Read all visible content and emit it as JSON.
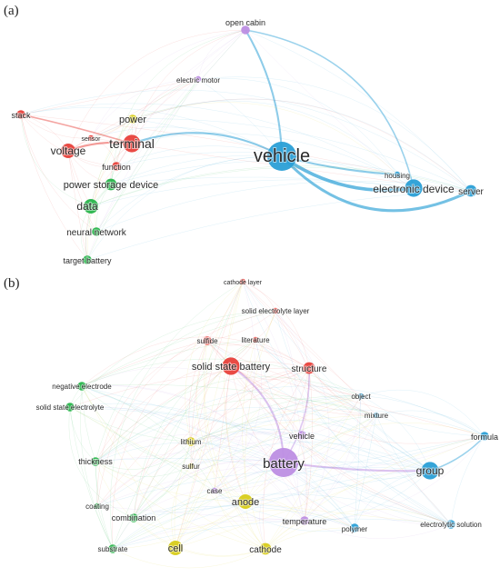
{
  "panel_a": {
    "label": "(a)",
    "edge_weights": {
      "vehicle|electronic device": 6,
      "vehicle|server": 5,
      "vehicle|housing": 3,
      "vehicle|terminal": 3,
      "vehicle|open cabin": 3,
      "open cabin|electronic device": 2,
      "terminal|voltage": 3,
      "terminal|stack": 2
    },
    "nodes": [
      {
        "id": "vehicle",
        "label": "vehicle",
        "cluster": "blue",
        "size": 5,
        "font": 20
      },
      {
        "id": "electronic device",
        "label": "electronic device",
        "cluster": "blue",
        "size": 3,
        "font": 12
      },
      {
        "id": "server",
        "label": "server",
        "cluster": "blue",
        "size": 2,
        "font": 10
      },
      {
        "id": "housing",
        "label": "housing",
        "cluster": "blue",
        "size": 1,
        "font": 8
      },
      {
        "id": "open cabin",
        "label": "open cabin",
        "cluster": "purple",
        "size": 1.5,
        "font": 9
      },
      {
        "id": "electric motor",
        "label": "electric motor",
        "cluster": "purple",
        "size": 1,
        "font": 8
      },
      {
        "id": "terminal",
        "label": "terminal",
        "cluster": "red",
        "size": 3,
        "font": 14
      },
      {
        "id": "voltage",
        "label": "voltage",
        "cluster": "red",
        "size": 2.5,
        "font": 12
      },
      {
        "id": "stack",
        "label": "stack",
        "cluster": "red",
        "size": 1.5,
        "font": 9
      },
      {
        "id": "function",
        "label": "function",
        "cluster": "red",
        "size": 1.5,
        "font": 9
      },
      {
        "id": "sensor",
        "label": "sensor",
        "cluster": "red",
        "size": 1,
        "font": 7
      },
      {
        "id": "power",
        "label": "power",
        "cluster": "yellow",
        "size": 1.5,
        "font": 11
      },
      {
        "id": "power storage device",
        "label": "power storage device",
        "cluster": "green",
        "size": 2,
        "font": 11
      },
      {
        "id": "data",
        "label": "data",
        "cluster": "green",
        "size": 2.5,
        "font": 12
      },
      {
        "id": "neural network",
        "label": "neural network",
        "cluster": "green",
        "size": 1.5,
        "font": 10
      },
      {
        "id": "target battery",
        "label": "target battery",
        "cluster": "green",
        "size": 1.5,
        "font": 9
      }
    ]
  },
  "panel_b": {
    "label": "(b)",
    "edge_weights": {
      "battery|solid state battery": 3,
      "battery|group": 3,
      "battery|structure": 2,
      "group|formula": 2
    },
    "nodes": [
      {
        "id": "battery",
        "label": "battery",
        "cluster": "purple",
        "size": 5,
        "font": 15
      },
      {
        "id": "vehicle",
        "label": "vehicle",
        "cluster": "purple",
        "size": 1.5,
        "font": 9
      },
      {
        "id": "case",
        "label": "case",
        "cluster": "purple",
        "size": 1,
        "font": 8
      },
      {
        "id": "temperature",
        "label": "temperature",
        "cluster": "purple",
        "size": 1.5,
        "font": 9
      },
      {
        "id": "solid state battery",
        "label": "solid state battery",
        "cluster": "red",
        "size": 3,
        "font": 11
      },
      {
        "id": "structure",
        "label": "structure",
        "cluster": "red",
        "size": 2,
        "font": 10
      },
      {
        "id": "sulfide",
        "label": "sulfide",
        "cluster": "red",
        "size": 1.5,
        "font": 8
      },
      {
        "id": "literature",
        "label": "literature",
        "cluster": "red",
        "size": 1,
        "font": 8
      },
      {
        "id": "solid electrolyte layer",
        "label": "solid electrolyte layer",
        "cluster": "red",
        "size": 1,
        "font": 8
      },
      {
        "id": "cathode layer",
        "label": "cathode layer",
        "cluster": "red",
        "size": 1,
        "font": 7
      },
      {
        "id": "group",
        "label": "group",
        "cluster": "blue",
        "size": 3,
        "font": 12
      },
      {
        "id": "formula",
        "label": "formula",
        "cluster": "blue",
        "size": 1.5,
        "font": 9
      },
      {
        "id": "object",
        "label": "object",
        "cluster": "blue",
        "size": 1,
        "font": 8
      },
      {
        "id": "mixture",
        "label": "mixture",
        "cluster": "blue",
        "size": 1,
        "font": 8
      },
      {
        "id": "polymer",
        "label": "polymer",
        "cluster": "blue",
        "size": 1.5,
        "font": 8
      },
      {
        "id": "electrolytic solution",
        "label": "electrolytic solution",
        "cluster": "blue",
        "size": 1.5,
        "font": 8
      },
      {
        "id": "negative electrode",
        "label": "negative electrode",
        "cluster": "green",
        "size": 1.5,
        "font": 8
      },
      {
        "id": "solid state electrolyte",
        "label": "solid state electrolyte",
        "cluster": "green",
        "size": 1.5,
        "font": 8
      },
      {
        "id": "thickness",
        "label": "thickness",
        "cluster": "green",
        "size": 1.5,
        "font": 9
      },
      {
        "id": "coating",
        "label": "coating",
        "cluster": "green",
        "size": 1,
        "font": 8
      },
      {
        "id": "combination",
        "label": "combination",
        "cluster": "green",
        "size": 1.5,
        "font": 9
      },
      {
        "id": "substrate",
        "label": "substrate",
        "cluster": "green",
        "size": 1.5,
        "font": 8
      },
      {
        "id": "lithium",
        "label": "lithium",
        "cluster": "yellow",
        "size": 1.5,
        "font": 8
      },
      {
        "id": "sulfur",
        "label": "sulfur",
        "cluster": "yellow",
        "size": 1,
        "font": 8
      },
      {
        "id": "anode",
        "label": "anode",
        "cluster": "yellow",
        "size": 2.5,
        "font": 11
      },
      {
        "id": "cell",
        "label": "cell",
        "cluster": "yellow",
        "size": 2.5,
        "font": 11
      },
      {
        "id": "cathode",
        "label": "cathode",
        "cluster": "yellow",
        "size": 2,
        "font": 10
      }
    ]
  },
  "colors": {
    "blue": "#2a9fd6",
    "red": "#e8403a",
    "green": "#27b44a",
    "yellow": "#d8cc1a",
    "purple": "#bd8ee3"
  }
}
